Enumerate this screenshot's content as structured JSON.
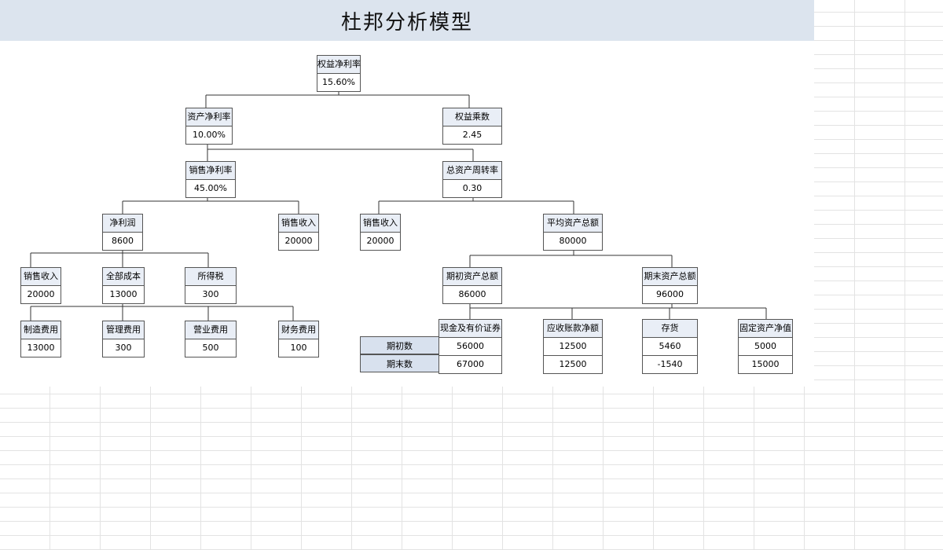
{
  "title": "杜邦分析模型",
  "nodes": {
    "roe": {
      "label": "权益净利率",
      "value": "15.60%"
    },
    "roa": {
      "label": "资产净利率",
      "value": "10.00%"
    },
    "equity_multiplier": {
      "label": "权益乘数",
      "value": "2.45"
    },
    "net_margin": {
      "label": "销售净利率",
      "value": "45.00%"
    },
    "asset_turnover": {
      "label": "总资产周转率",
      "value": "0.30"
    },
    "net_profit": {
      "label": "净利润",
      "value": "8600"
    },
    "sales_a": {
      "label": "销售收入",
      "value": "20000"
    },
    "sales_b": {
      "label": "销售收入",
      "value": "20000"
    },
    "avg_assets": {
      "label": "平均资产总额",
      "value": "80000"
    },
    "sales_c": {
      "label": "销售收入",
      "value": "20000"
    },
    "total_cost": {
      "label": "全部成本",
      "value": "13000"
    },
    "income_tax": {
      "label": "所得税",
      "value": "300"
    },
    "begin_assets": {
      "label": "期初资产总额",
      "value": "86000"
    },
    "end_assets": {
      "label": "期末资产总额",
      "value": "96000"
    },
    "mfg_cost": {
      "label": "制造费用",
      "value": "13000"
    },
    "admin_cost": {
      "label": "管理费用",
      "value": "300"
    },
    "op_cost": {
      "label": "营业费用",
      "value": "500"
    },
    "fin_cost": {
      "label": "财务费用",
      "value": "100"
    },
    "cash": {
      "label": "现金及有价证券",
      "begin": "56000",
      "end": "67000"
    },
    "receivables": {
      "label": "应收账款净额",
      "begin": "12500",
      "end": "12500"
    },
    "inventory": {
      "label": "存货",
      "begin": "5460",
      "end": "-1540"
    },
    "fixed_assets": {
      "label": "固定资产净值",
      "begin": "5000",
      "end": "15000"
    }
  },
  "row_labels": {
    "begin": "期初数",
    "end": "期末数"
  }
}
